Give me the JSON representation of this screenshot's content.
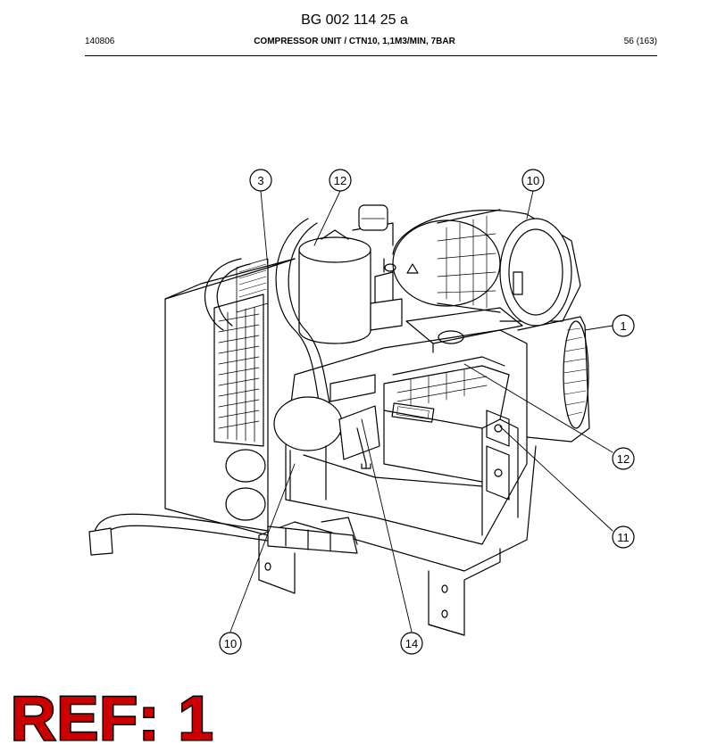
{
  "document": {
    "title": "BG 002 114 25 a",
    "date_code": "140806",
    "section_title": "COMPRESSOR UNIT / CTN10, 1,1M3/MIN, 7BAR",
    "page_indicator": "56 (163)"
  },
  "drawing": {
    "callouts": [
      {
        "label": "3"
      },
      {
        "label": "12"
      },
      {
        "label": "10"
      },
      {
        "label": "1"
      },
      {
        "label": "12"
      },
      {
        "label": "11"
      },
      {
        "label": "10"
      },
      {
        "label": "14"
      }
    ]
  },
  "reference_mark": "REF: 1"
}
